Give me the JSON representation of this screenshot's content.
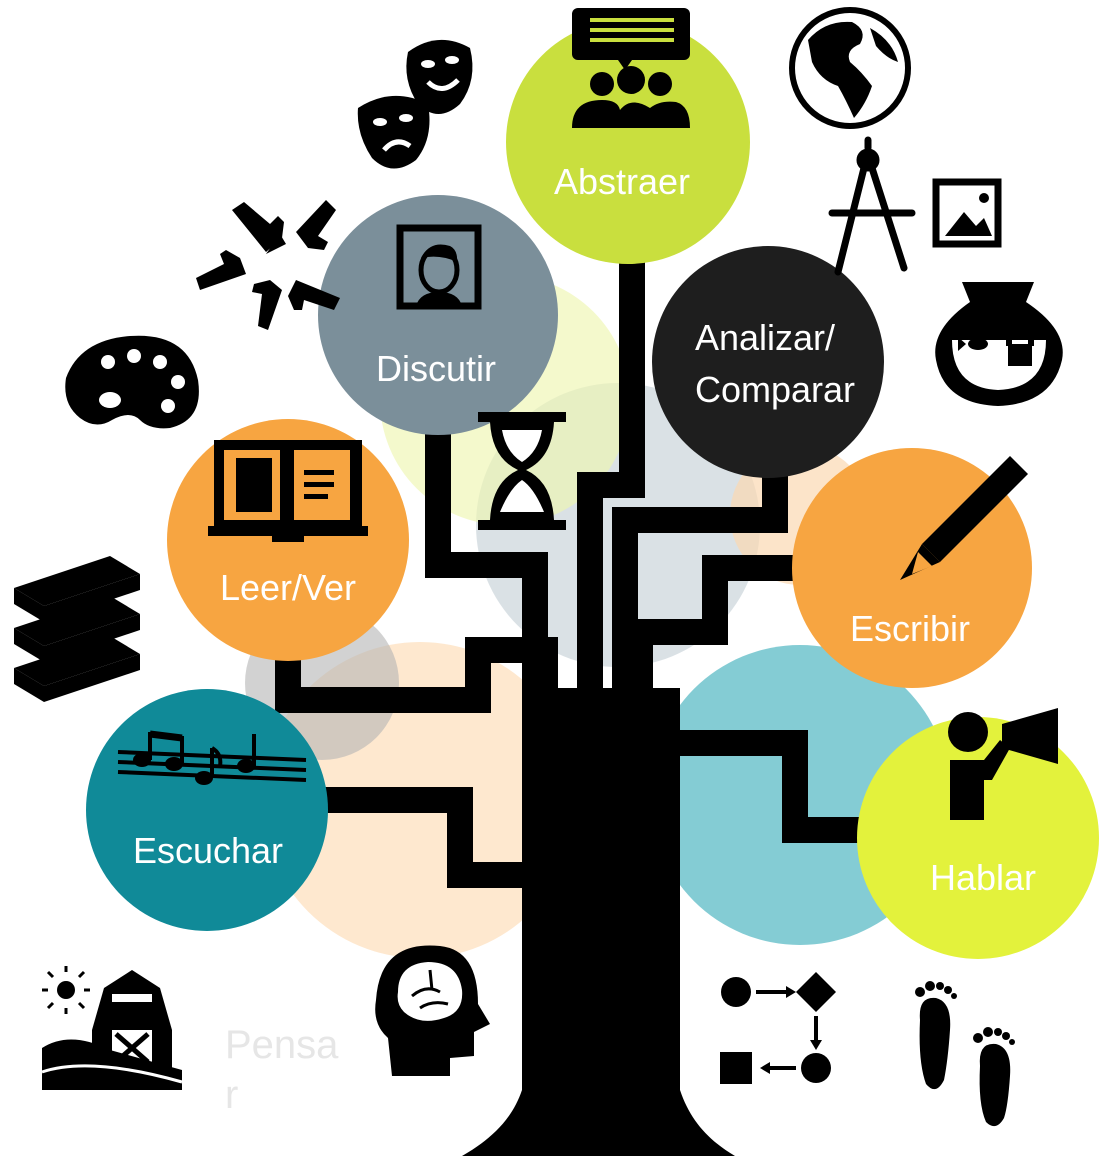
{
  "colors": {
    "trunk": "#000000",
    "lime": "#c9df3e",
    "slate": "#7b8f9a",
    "dark": "#1e1e1e",
    "orange": "#f7a541",
    "teal": "#108a98",
    "yellow": "#e3f23c"
  },
  "nodes": {
    "abstraer": "Abstraer",
    "discutir": "Discutir",
    "analizar_line1": "Analizar/",
    "analizar_line2": "Comparar",
    "leer_ver": "Leer/Ver",
    "escribir": "Escribir",
    "escuchar": "Escuchar",
    "hablar": "Hablar"
  },
  "pensar": {
    "line1": "Pensa",
    "line2": "r"
  },
  "icons": [
    "drama-masks-icon",
    "presentation-group-icon",
    "globe-icon",
    "helping-hands-icon",
    "compass-icon",
    "picture-icon",
    "portrait-icon",
    "fishbowl-icon",
    "palette-icon",
    "hourglass-icon",
    "book-icon",
    "pencil-icon",
    "books-stack-icon",
    "music-notes-icon",
    "megaphone-person-icon",
    "barn-icon",
    "brain-head-icon",
    "flowchart-icon",
    "footprints-icon"
  ]
}
